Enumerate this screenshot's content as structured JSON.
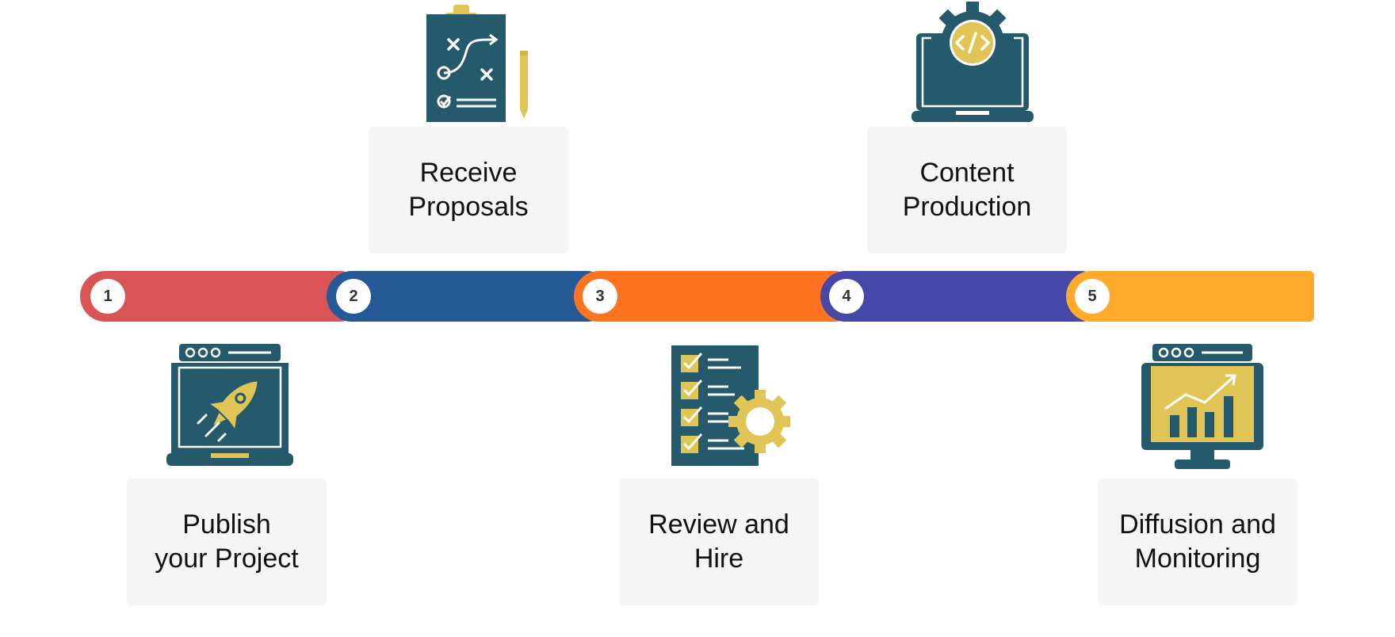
{
  "colors": {
    "icon_dark": "#245a6b",
    "icon_accent": "#e0c456",
    "step1": "#d95555",
    "step2": "#245896",
    "step3": "#ff7321",
    "step4": "#4648a8",
    "step5": "#ffaa2a",
    "box_bg": "#f5f5f5"
  },
  "steps": [
    {
      "number": "1",
      "label": "Publish\nyour Project",
      "icon": "rocket-laptop-icon"
    },
    {
      "number": "2",
      "label": "Receive\nProposals",
      "icon": "strategy-clipboard-icon"
    },
    {
      "number": "3",
      "label": "Review and\nHire",
      "icon": "checklist-gear-icon"
    },
    {
      "number": "4",
      "label": "Content\nProduction",
      "icon": "code-laptop-gear-icon"
    },
    {
      "number": "5",
      "label": "Diffusion and\nMonitoring",
      "icon": "growth-chart-monitor-icon"
    }
  ]
}
